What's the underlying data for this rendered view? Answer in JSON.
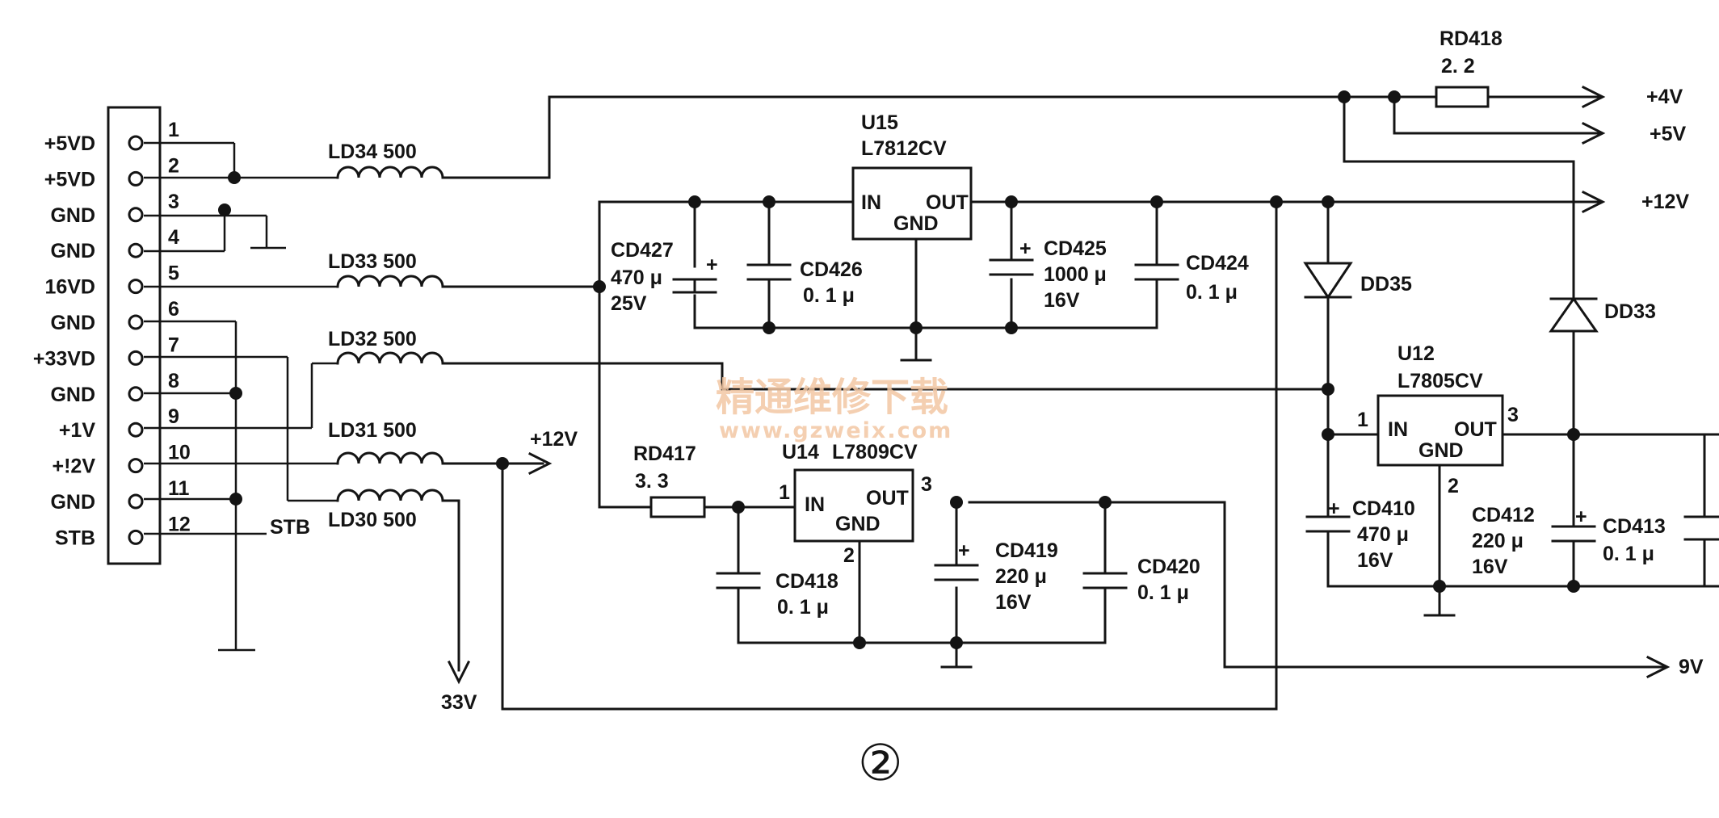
{
  "connector": {
    "pins": [
      {
        "num": "1",
        "label": "+5VD"
      },
      {
        "num": "2",
        "label": "+5VD"
      },
      {
        "num": "3",
        "label": "GND"
      },
      {
        "num": "4",
        "label": "GND"
      },
      {
        "num": "5",
        "label": "16VD"
      },
      {
        "num": "6",
        "label": "GND"
      },
      {
        "num": "7",
        "label": "+33VD"
      },
      {
        "num": "8",
        "label": "GND"
      },
      {
        "num": "9",
        "label": "+1V"
      },
      {
        "num": "10",
        "label": "+!2V"
      },
      {
        "num": "11",
        "label": "GND"
      },
      {
        "num": "12",
        "label": "STB"
      }
    ],
    "stb_label": "STB"
  },
  "inductors": {
    "ld34": "LD34 500",
    "ld33": "LD33 500",
    "ld32": "LD32 500",
    "ld31": "LD31 500",
    "ld30": "LD30 500"
  },
  "regulators": {
    "u15": {
      "ref": "U15",
      "part": "L7812CV",
      "in": "IN",
      "out": "OUT",
      "gnd": "GND"
    },
    "u14": {
      "ref": "U14",
      "part": "L7809CV",
      "in": "IN",
      "out": "OUT",
      "gnd": "GND",
      "pin_in": "1",
      "pin_gnd": "2",
      "pin_out": "3"
    },
    "u12": {
      "ref": "U12",
      "part": "L7805CV",
      "in": "IN",
      "out": "OUT",
      "gnd": "GND",
      "pin_in": "1",
      "pin_gnd": "2",
      "pin_out": "3"
    }
  },
  "capacitors": {
    "cd427": {
      "ref": "CD427",
      "value": "470 μ",
      "voltage": "25V"
    },
    "cd426": {
      "ref": "CD426",
      "value": "0. 1 μ"
    },
    "cd425": {
      "ref": "CD425",
      "value": "1000 μ",
      "voltage": "16V"
    },
    "cd424": {
      "ref": "CD424",
      "value": "0. 1 μ"
    },
    "cd418": {
      "ref": "CD418",
      "value": "0. 1 μ"
    },
    "cd419": {
      "ref": "CD419",
      "value": "220 μ",
      "voltage": "16V"
    },
    "cd420": {
      "ref": "CD420",
      "value": "0. 1 μ"
    },
    "cd410": {
      "ref": "CD410",
      "value": "470 μ",
      "voltage": "16V"
    },
    "cd412": {
      "ref": "CD412",
      "value": "220 μ",
      "voltage": "16V"
    },
    "cd413": {
      "ref": "CD413",
      "value": "0. 1 μ"
    }
  },
  "resistors": {
    "rd418": {
      "ref": "RD418",
      "value": "2. 2"
    },
    "rd417": {
      "ref": "RD417",
      "value": "3. 3"
    }
  },
  "diodes": {
    "dd35": "DD35",
    "dd33": "DD33"
  },
  "outputs": {
    "v4": "+4V",
    "v5": "+5V",
    "v12": "+12V",
    "v9": "9V",
    "v12_mid": "+12V",
    "v33": "33V"
  },
  "polarity": "+",
  "watermark": {
    "cn": "精通维修下载",
    "url": "www.gzweix.com"
  },
  "figure_number": "②"
}
